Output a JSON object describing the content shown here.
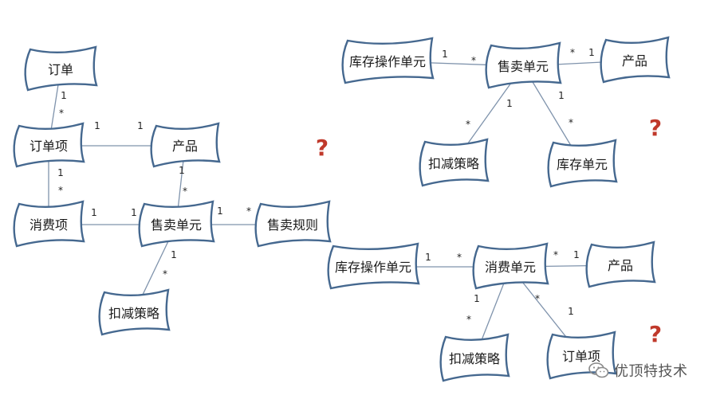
{
  "diagram": {
    "nodes": [
      {
        "id": "n1",
        "label": "订单"
      },
      {
        "id": "n2",
        "label": "订单项"
      },
      {
        "id": "n3",
        "label": "产品"
      },
      {
        "id": "n4",
        "label": "消费项"
      },
      {
        "id": "n5",
        "label": "售卖单元"
      },
      {
        "id": "n6",
        "label": "售卖规则"
      },
      {
        "id": "n7",
        "label": "扣减策略"
      },
      {
        "id": "n8",
        "label": "库存操作单元"
      },
      {
        "id": "n9",
        "label": "售卖单元"
      },
      {
        "id": "n10",
        "label": "产品"
      },
      {
        "id": "n11",
        "label": "扣减策略"
      },
      {
        "id": "n12",
        "label": "库存单元"
      },
      {
        "id": "n13",
        "label": "库存操作单元"
      },
      {
        "id": "n14",
        "label": "消费单元"
      },
      {
        "id": "n15",
        "label": "产品"
      },
      {
        "id": "n16",
        "label": "扣减策略"
      },
      {
        "id": "n17",
        "label": "订单项"
      }
    ],
    "edges": [
      {
        "from": "n1",
        "to": "n2",
        "from_mult": "1",
        "to_mult": "*"
      },
      {
        "from": "n2",
        "to": "n3",
        "from_mult": "1",
        "to_mult": "1"
      },
      {
        "from": "n2",
        "to": "n4",
        "from_mult": "1",
        "to_mult": "*"
      },
      {
        "from": "n3",
        "to": "n5",
        "from_mult": "1",
        "to_mult": "*"
      },
      {
        "from": "n4",
        "to": "n5",
        "from_mult": "1",
        "to_mult": "1"
      },
      {
        "from": "n5",
        "to": "n6",
        "from_mult": "1",
        "to_mult": "*"
      },
      {
        "from": "n5",
        "to": "n7",
        "from_mult": "1",
        "to_mult": "*"
      },
      {
        "from": "n8",
        "to": "n9",
        "from_mult": "1",
        "to_mult": "*"
      },
      {
        "from": "n9",
        "to": "n10",
        "from_mult": "*",
        "to_mult": "1"
      },
      {
        "from": "n9",
        "to": "n11",
        "from_mult": "1",
        "to_mult": "*"
      },
      {
        "from": "n9",
        "to": "n12",
        "from_mult": "1",
        "to_mult": "*"
      },
      {
        "from": "n13",
        "to": "n14",
        "from_mult": "1",
        "to_mult": "*"
      },
      {
        "from": "n14",
        "to": "n15",
        "from_mult": "*",
        "to_mult": "1"
      },
      {
        "from": "n14",
        "to": "n16",
        "from_mult": "1",
        "to_mult": "*"
      },
      {
        "from": "n14",
        "to": "n17",
        "from_mult": "*",
        "to_mult": "1"
      }
    ],
    "question_marks": [
      "?",
      "?",
      "?"
    ]
  },
  "watermark": {
    "text": "优顶特技术",
    "icon": "wechat-icon",
    "color": "#777777"
  },
  "colors": {
    "node_stroke": "#45688f",
    "edge": "#7f93ac",
    "question_mark": "#c0392b"
  }
}
